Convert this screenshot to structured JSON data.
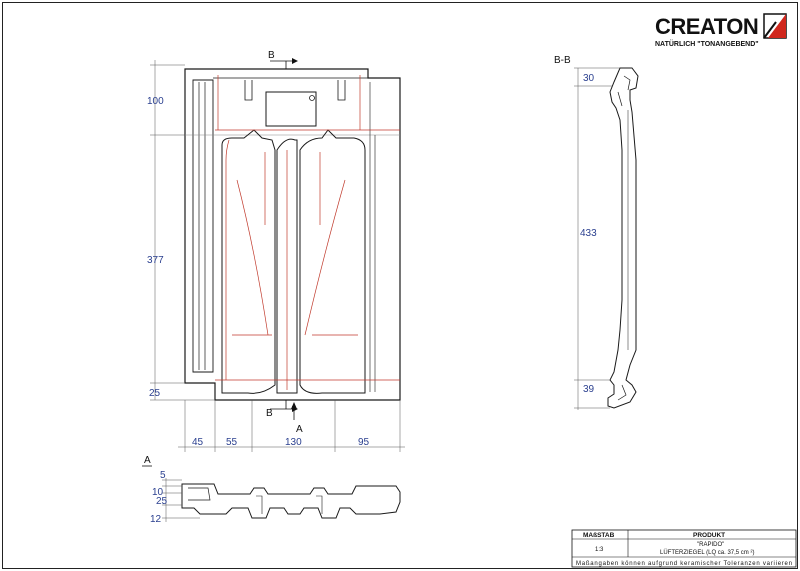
{
  "brand": {
    "name": "CREATON",
    "slogan": "NATÜRLICH \"TONANGEBEND\""
  },
  "section_labels": {
    "b_top": "B",
    "b_bottom": "B",
    "a_bottom": "A",
    "a_view": "A",
    "bb_view": "B-B"
  },
  "dimensions": {
    "left": [
      "100",
      "377",
      "25"
    ],
    "bottom": [
      "45",
      "55",
      "130",
      "95"
    ],
    "section_bb": [
      "30",
      "433",
      "39"
    ],
    "section_a": [
      "5",
      "10",
      "25",
      "12"
    ]
  },
  "title_block": {
    "scale_header": "MAßSTAB",
    "product_header": "PRODUKT",
    "scale": "1:3",
    "product_line1": "\"RAPIDO\"",
    "product_line2": "LÜFTERZIEGEL (LQ ca. 37,5 cm ²)",
    "disclaimer": "Maßangaben können aufgrund keramischer Toleranzen variieren"
  },
  "colors": {
    "outline": "#1a1a1a",
    "detail": "#c0392b",
    "dimension": "#2a3f8f",
    "logo_red": "#d0271d"
  }
}
